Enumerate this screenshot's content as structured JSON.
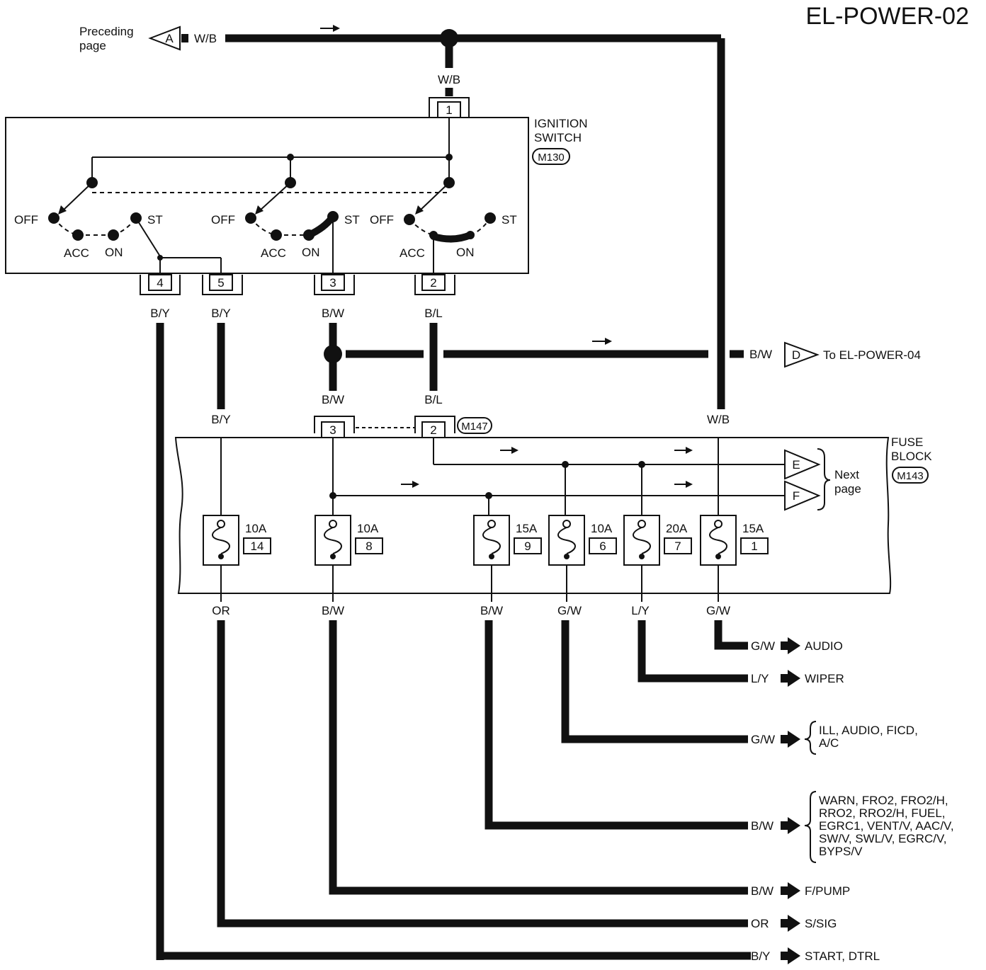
{
  "title": "EL-POWER-02",
  "preceding": {
    "line1": "Preceding",
    "line2": "page",
    "connector": "A",
    "wire": "W/B"
  },
  "ignition_switch": {
    "name_line1": "IGNITION",
    "name_line2": "SWITCH",
    "connector_id": "M130",
    "input_pin": "1",
    "input_wire": "W/B",
    "positions": {
      "off": "OFF",
      "acc": "ACC",
      "on": "ON",
      "st": "ST"
    },
    "output_pins": [
      "4",
      "5",
      "3",
      "2"
    ],
    "output_wires": [
      "B/Y",
      "B/Y",
      "B/W",
      "B/L"
    ]
  },
  "to_el_power_04": {
    "wire": "B/W",
    "connector": "D",
    "label": "To EL-POWER-04"
  },
  "junction": {
    "wire_bw": "B/W",
    "wire_bl": "B/L",
    "wire_by": "B/Y",
    "wire_wb": "W/B",
    "pin_a": "3",
    "pin_b": "2",
    "connector_id": "M147"
  },
  "fuse_block": {
    "name_line1": "FUSE",
    "name_line2": "BLOCK",
    "connector_id": "M143",
    "next_page_line1": "Next",
    "next_page_line2": "page",
    "next_connectors": [
      "E",
      "F"
    ],
    "fuses": [
      {
        "amp": "10A",
        "num": "14",
        "out_wire": "OR"
      },
      {
        "amp": "10A",
        "num": "8",
        "out_wire": "B/W"
      },
      {
        "amp": "15A",
        "num": "9",
        "out_wire": "B/W"
      },
      {
        "amp": "10A",
        "num": "6",
        "out_wire": "G/W"
      },
      {
        "amp": "20A",
        "num": "7",
        "out_wire": "L/Y"
      },
      {
        "amp": "15A",
        "num": "1",
        "out_wire": "G/W"
      }
    ]
  },
  "outputs": [
    {
      "wire": "G/W",
      "lines": [
        "AUDIO"
      ]
    },
    {
      "wire": "L/Y",
      "lines": [
        "WIPER"
      ]
    },
    {
      "wire": "G/W",
      "lines": [
        "ILL, AUDIO, FICD,",
        "A/C"
      ]
    },
    {
      "wire": "B/W",
      "lines": [
        "WARN, FRO2, FRO2/H,",
        "RRO2, RRO2/H, FUEL,",
        "EGRC1, VENT/V, AAC/V,",
        "SW/V, SWL/V, EGRC/V,",
        "BYPS/V"
      ]
    },
    {
      "wire": "B/W",
      "lines": [
        "F/PUMP"
      ]
    },
    {
      "wire": "OR",
      "lines": [
        "S/SIG"
      ]
    },
    {
      "wire": "B/Y",
      "lines": [
        "START, DTRL"
      ]
    }
  ]
}
